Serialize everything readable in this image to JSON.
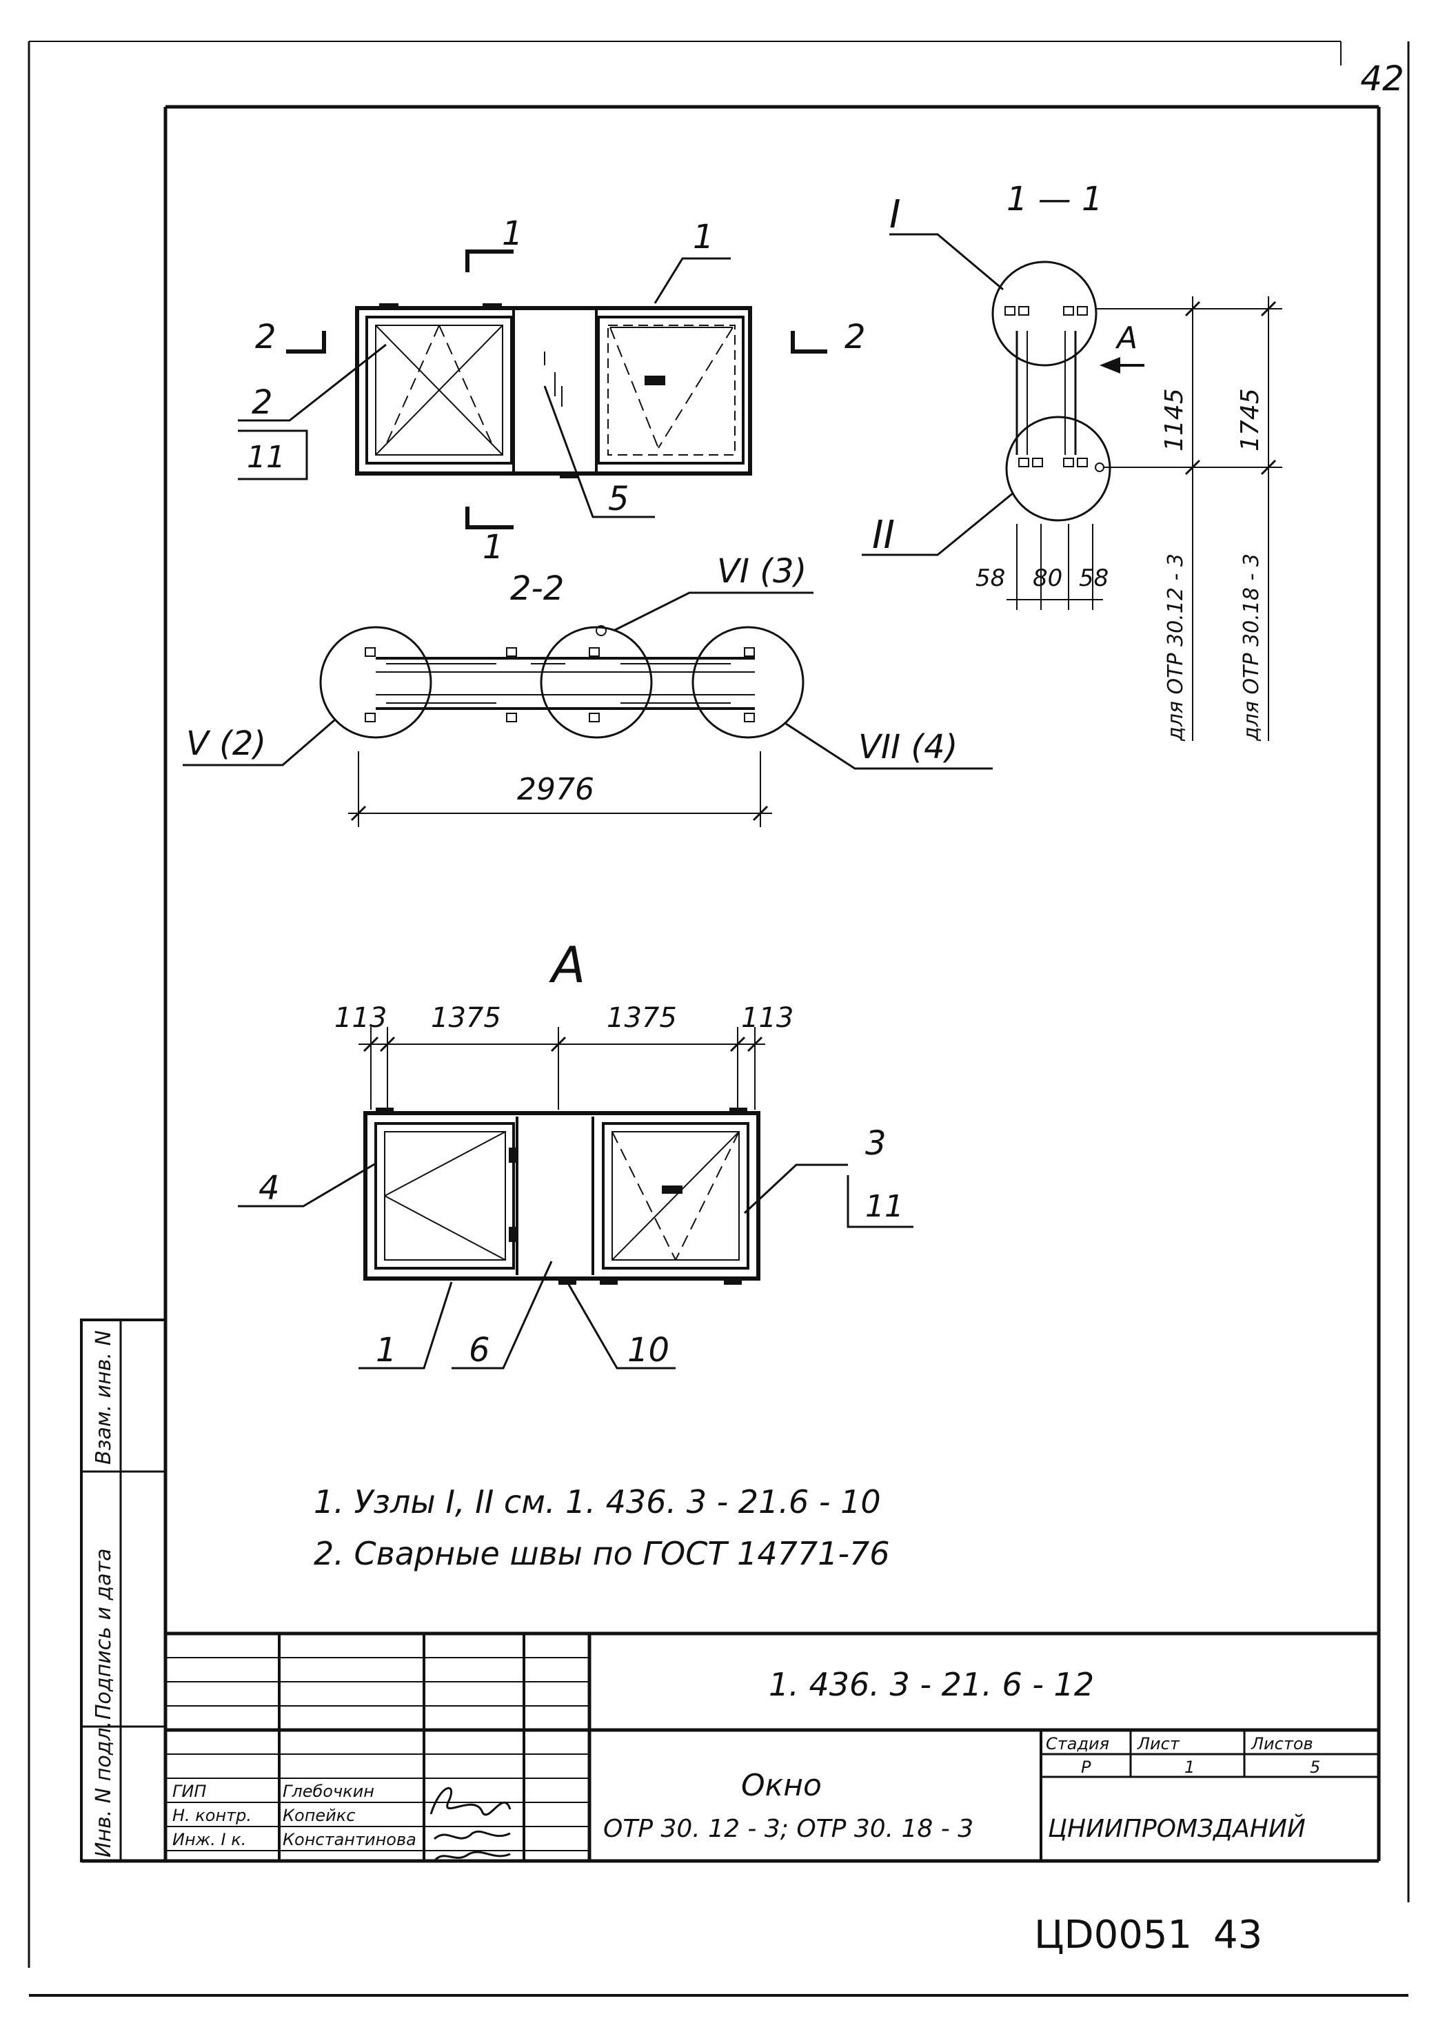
{
  "sheet_number": "42",
  "archive_code": "ЦD0051",
  "archive_page": "43",
  "views": {
    "main": {
      "cut_1_top": "1",
      "cut_1_bottom": "1",
      "cut_2_left": "2",
      "cut_2_right": "2",
      "pos_1": "1",
      "pos_2": "2",
      "pos_2_sheet": "11",
      "pos_5": "5"
    },
    "section_2_2": {
      "title": "2-2",
      "node_5": "V (2)",
      "node_6": "VI (3)",
      "node_7": "VII (4)",
      "width": "2976"
    },
    "section_1_1": {
      "title": "1 — 1",
      "node_1": "I",
      "node_2": "II",
      "view_a": "А",
      "h1": "1145",
      "h2": "1745",
      "d1": "58",
      "d2": "80",
      "d3": "58",
      "for_12": "для ОТР 30.12 - 3",
      "for_18": "для ОТР 30.18 - 3"
    },
    "view_a": {
      "title": "А",
      "d113_left": "113",
      "d1375_left": "1375",
      "d1375_right": "1375",
      "d113_right": "113",
      "pos_1": "1",
      "pos_3": "3",
      "pos_3_sheet": "11",
      "pos_4": "4",
      "pos_6": "6",
      "pos_10": "10"
    }
  },
  "notes": [
    "1. Узлы I, II см. 1. 436. 3 - 21.6 - 10",
    "2. Сварные швы по ГОСТ 14771-76"
  ],
  "title_block": {
    "code": "1. 436. 3 - 21. 6 - 12",
    "name": "Окно",
    "subtitle": "ОТР 30. 12 - 3; ОТР 30. 18 - 3",
    "stage_label": "Стадия",
    "sheet_label": "Лист",
    "sheets_label": "Листов",
    "stage": "Р",
    "sheet": "1",
    "sheets": "5",
    "org": "ЦНИИПРОМЗДАНИЙ",
    "staff": [
      {
        "role": "ГИП",
        "name": "Глебочкин"
      },
      {
        "role": "Н. контр.",
        "name": "Копейкс"
      },
      {
        "role": "Инж. I к.",
        "name": "Константинова"
      }
    ]
  },
  "side_stamp": [
    "Инв. N подл.",
    "Подпись и дата",
    "Взам. инв. N"
  ]
}
